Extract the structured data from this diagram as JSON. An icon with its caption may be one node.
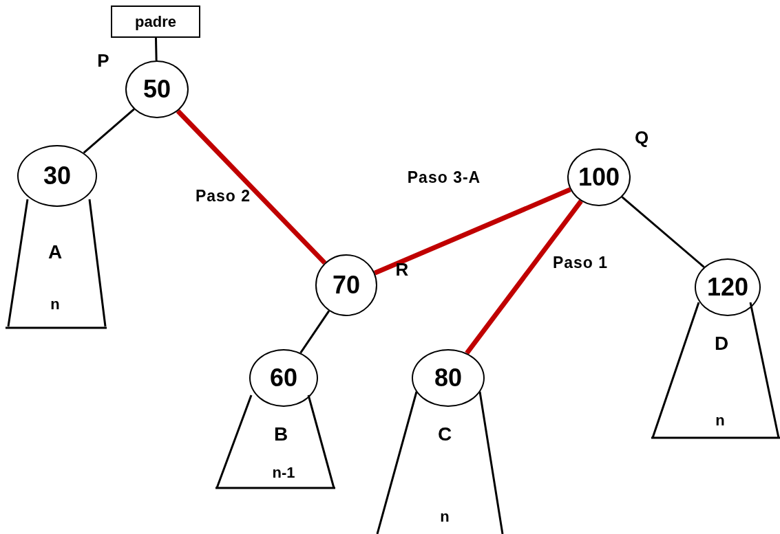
{
  "diagram": {
    "nodes": [
      {
        "text": [
          "padre"
        ]
      },
      {
        "text": [
          "50"
        ],
        "beside": [
          "P"
        ]
      },
      {
        "text": [
          "30"
        ]
      },
      {
        "text": [
          "A",
          "n"
        ]
      },
      {
        "text": [
          "70"
        ],
        "beside": [
          "R"
        ]
      },
      {
        "text": [
          "100"
        ],
        "beside": [
          "Q"
        ]
      },
      {
        "text": [
          "120"
        ]
      },
      {
        "text": [
          "D",
          "n"
        ]
      },
      {
        "text": [
          "60"
        ]
      },
      {
        "text": [
          "B",
          "n-1"
        ]
      },
      {
        "text": [
          "80"
        ]
      },
      {
        "text": [
          "C",
          "n"
        ]
      }
    ],
    "edges": [
      {
        "from": 0,
        "to": 1,
        "arrow": "none"
      },
      {
        "from": 1,
        "to": 2,
        "arrow": "none"
      },
      {
        "from": 1,
        "to": 4,
        "arrow": "none",
        "label": "Paso 2",
        "style": "thick",
        "color": "#c00000"
      },
      {
        "from": 5,
        "to": 4,
        "arrow": "none",
        "label": "Paso 3-A",
        "style": "thick",
        "color": "#c00000"
      },
      {
        "from": 5,
        "to": 10,
        "arrow": "none",
        "label": "Paso 1",
        "style": "thick",
        "color": "#c00000"
      },
      {
        "from": 5,
        "to": 6,
        "arrow": "none"
      },
      {
        "from": 4,
        "to": 8,
        "arrow": "none"
      }
    ]
  }
}
